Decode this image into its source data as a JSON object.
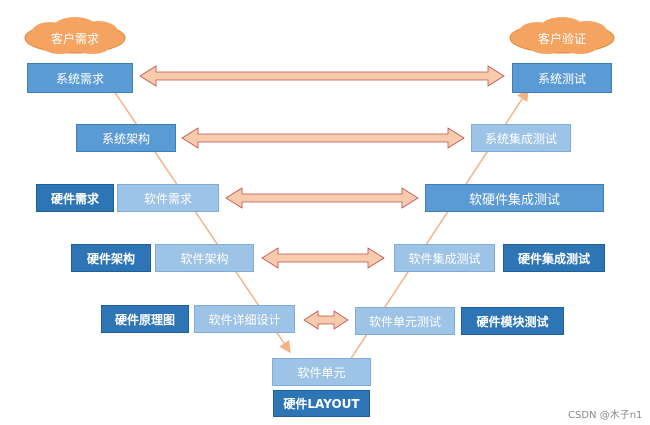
{
  "clouds": {
    "customer_need": "客户需求",
    "customer_verify": "客户验证"
  },
  "left": {
    "sys_req": "系统需求",
    "sys_arch": "系统架构",
    "sw_req": "软件需求",
    "sw_arch": "软件架构",
    "sw_detail": "软件详细设计"
  },
  "right": {
    "sys_test": "系统测试",
    "sys_integ_test": "系统集成测试",
    "hwsw_integ_test": "软硬件集成测试",
    "sw_integ_test": "软件集成测试",
    "sw_unit_test": "软件单元测试"
  },
  "hardware": {
    "hw_req": "硬件需求",
    "hw_arch": "硬件架构",
    "hw_schematic": "硬件原理图",
    "hw_integ_test": "硬件集成测试",
    "hw_module_test": "硬件模块测试",
    "hw_layout": "硬件LAYOUT"
  },
  "bottom": {
    "sw_unit": "软件单元"
  },
  "watermark": "CSDN @木子n1",
  "colors": {
    "box_blue": "#5b9bd5",
    "box_light": "#9dc3e6",
    "box_dark": "#2e75b6",
    "cloud": "#f4a460",
    "arrow_fill": "#f8cbad",
    "arrow_stroke": "#c0504d",
    "v_line": "#f4b183"
  }
}
